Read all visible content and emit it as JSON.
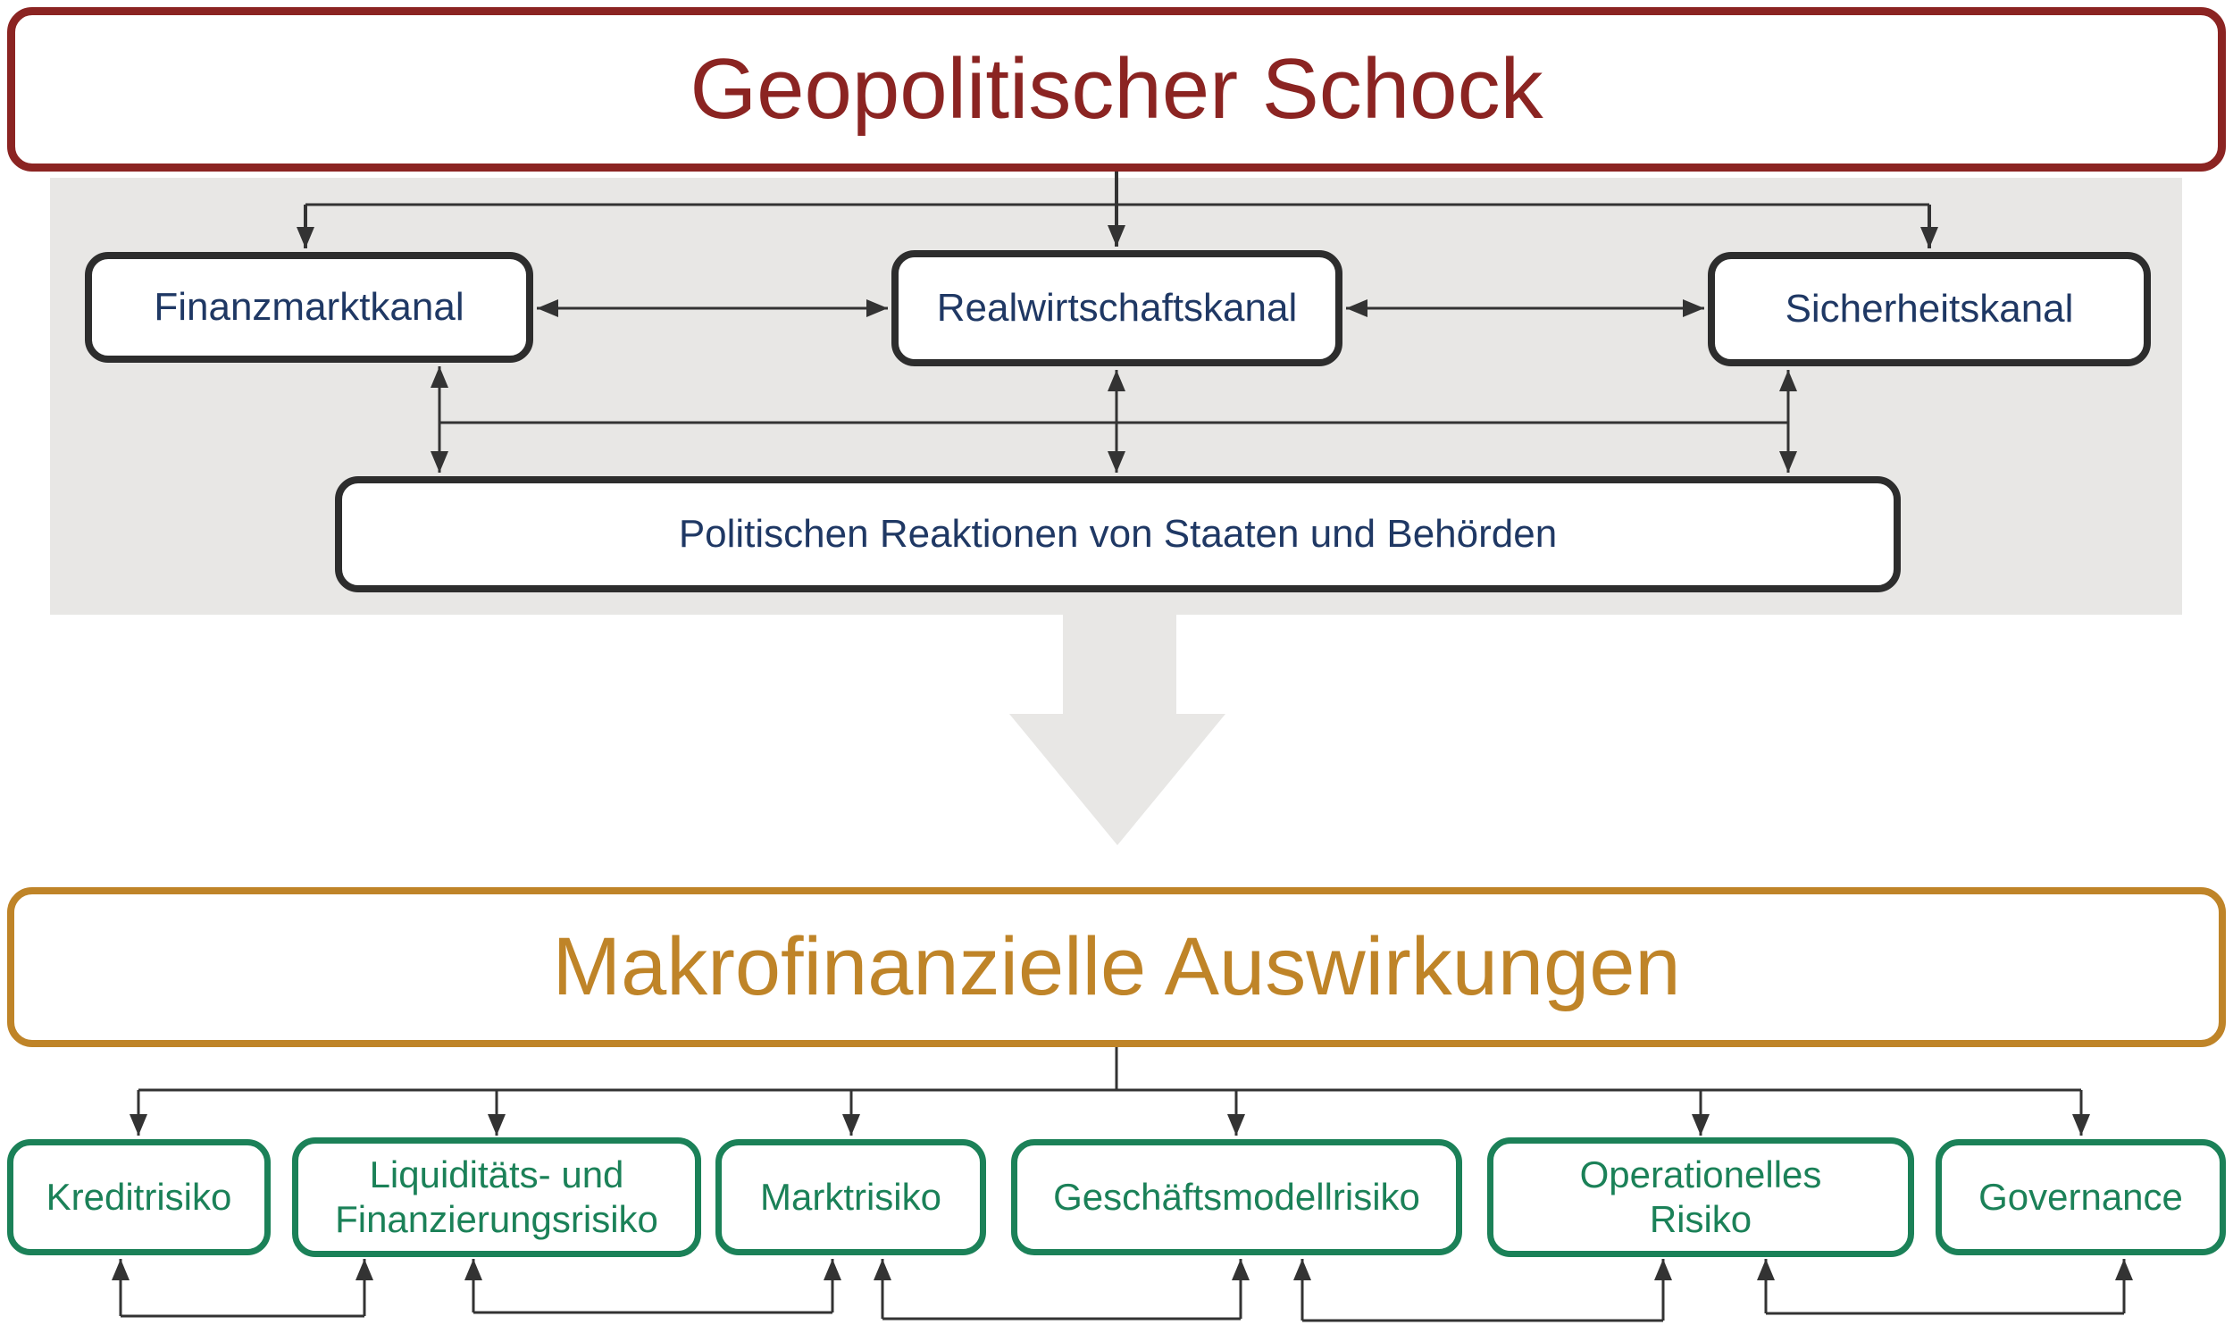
{
  "colors": {
    "shock_red": "#8B2422",
    "macro_orange": "#BF8428",
    "channel_navy": "#1F3864",
    "risk_green": "#1B8158",
    "node_border": "#2D2D2D",
    "panel_gray": "#E8E7E5",
    "connector": "#333333",
    "background": "#FFFFFF"
  },
  "shock": {
    "title": "Geopolitischer Schock"
  },
  "channels": {
    "items": [
      {
        "label": "Finanzmarktkanal"
      },
      {
        "label": "Realwirtschaftskanal"
      },
      {
        "label": "Sicherheitskanal"
      }
    ],
    "policy": {
      "label": "Politischen Reaktionen von Staaten und Behörden"
    }
  },
  "macro": {
    "title": "Makrofinanzielle Auswirkungen"
  },
  "risks": {
    "items": [
      {
        "label": "Kreditrisiko"
      },
      {
        "label": "Liquiditäts- und Finanzierungsrisiko"
      },
      {
        "label": "Marktrisiko"
      },
      {
        "label": "Geschäftsmodellrisiko"
      },
      {
        "label": "Operationelles Risiko"
      },
      {
        "label": "Governance"
      }
    ]
  }
}
